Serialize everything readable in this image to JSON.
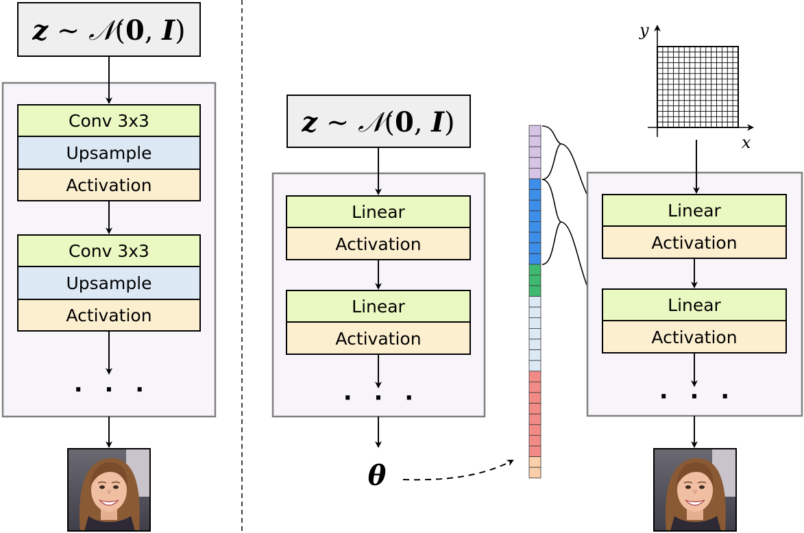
{
  "colors": {
    "linear": "#eaf9c2",
    "upsample": "#dce8f4",
    "activation": "#fcefd0",
    "panel": "#f8f5fa",
    "input_box": "#efefef",
    "seg_purple": "#d6c4e6",
    "seg_blue": "#3c8ee8",
    "seg_green": "#3fb870",
    "seg_lightblue": "#dce8f4",
    "seg_red": "#f28b88",
    "seg_peach": "#f8cfa8"
  },
  "left": {
    "input_label": "z ~ N(0, I)",
    "blocks": [
      {
        "conv": "Conv 3x3",
        "upsample": "Upsample",
        "activation": "Activation"
      },
      {
        "conv": "Conv 3x3",
        "upsample": "Upsample",
        "activation": "Activation"
      }
    ],
    "ellipsis": "· · ·",
    "output_icon": "face-portrait-icon"
  },
  "middle": {
    "input_label": "z ~ N(0, I)",
    "blocks": [
      {
        "linear": "Linear",
        "activation": "Activation"
      },
      {
        "linear": "Linear",
        "activation": "Activation"
      }
    ],
    "ellipsis": "· · ·",
    "output_symbol": "θ"
  },
  "param_vector": {
    "segments": [
      "purple",
      "purple",
      "purple",
      "purple",
      "purple",
      "blue",
      "blue",
      "blue",
      "blue",
      "blue",
      "blue",
      "blue",
      "blue",
      "green",
      "green",
      "green",
      "lightblue",
      "lightblue",
      "lightblue",
      "lightblue",
      "lightblue",
      "lightblue",
      "lightblue",
      "red",
      "red",
      "red",
      "red",
      "red",
      "red",
      "red",
      "red",
      "peach",
      "peach"
    ]
  },
  "right": {
    "grid": {
      "x_label": "x",
      "y_label": "y",
      "cells": 15
    },
    "blocks": [
      {
        "linear": "Linear",
        "activation": "Activation"
      },
      {
        "linear": "Linear",
        "activation": "Activation"
      }
    ],
    "ellipsis": "· · ·",
    "output_icon": "face-portrait-icon"
  }
}
